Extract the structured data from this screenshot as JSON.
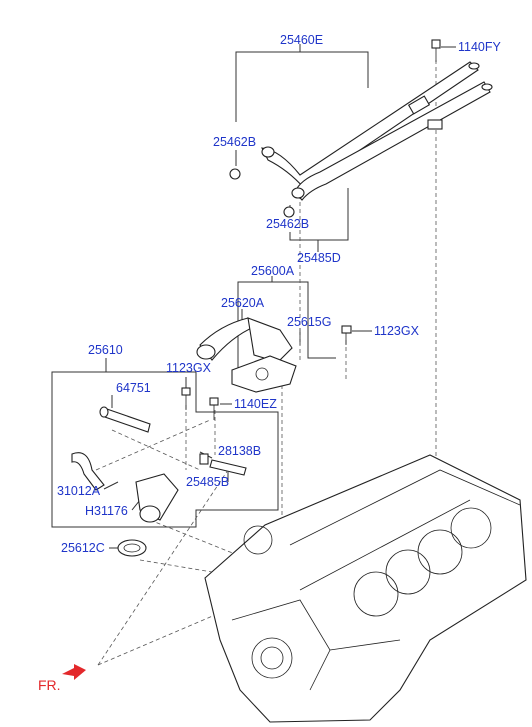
{
  "diagram": {
    "labels": {
      "p25460E": "25460E",
      "p1140FY": "1140FY",
      "p25462B_top": "25462B",
      "p25462B_bottom": "25462B",
      "p25485D": "25485D",
      "p25600A": "25600A",
      "p25620A": "25620A",
      "p25615G": "25615G",
      "p1123GX_right": "1123GX",
      "p25610": "25610",
      "p1123GX_left": "1123GX",
      "p64751": "64751",
      "p1140EZ": "1140EZ",
      "p28138B": "28138B",
      "p25485B": "25485B",
      "p31012A": "31012A",
      "pH31176": "H31176",
      "p25612C": "25612C"
    },
    "front_marker": "FR.",
    "colors": {
      "label": "#1f35c9",
      "front_marker": "#e3282b",
      "line": "#333333"
    }
  }
}
